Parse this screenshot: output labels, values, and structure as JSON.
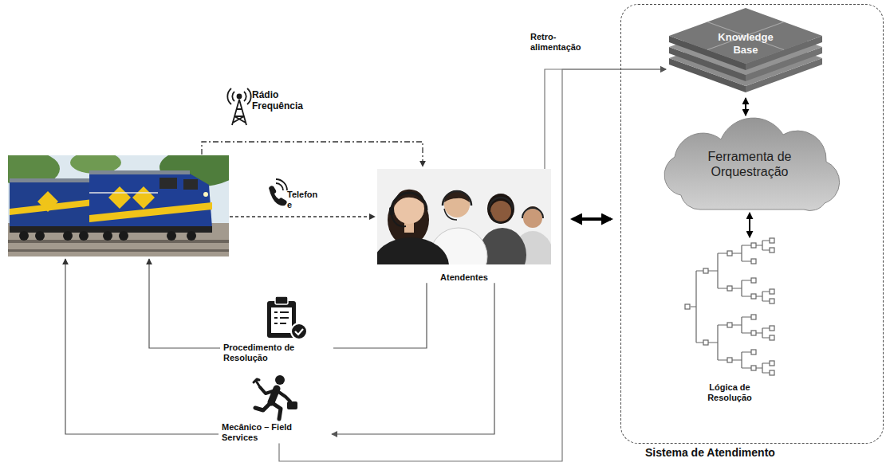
{
  "diagram": {
    "nodes": [
      {
        "text": [
          "Atendentes"
        ]
      },
      {
        "text": [
          "Procedimento de Resolução"
        ]
      },
      {
        "text": [
          "Mecânico – Field Services"
        ]
      },
      {
        "text": [
          "Sistema de Atendimento"
        ]
      },
      {
        "text": [
          "Knowledge Base"
        ],
        "in": 3
      },
      {
        "text": [
          "Ferramenta de Orquestração"
        ],
        "in": 3
      },
      {
        "text": [
          "Lógica de Resolução"
        ],
        "in": 3
      }
    ],
    "edges": [
      {
        "from": 0,
        "to": 3,
        "arrow": "both"
      },
      {
        "from": 4,
        "to": 5,
        "arrow": "both"
      },
      {
        "from": 5,
        "to": 6,
        "arrow": "both"
      },
      {
        "from": 0,
        "to": 1,
        "arrow": "none"
      },
      {
        "from": 0,
        "to": 2,
        "arrow": "to"
      },
      {
        "from": 0,
        "to": 4,
        "arrow": "to",
        "label": "Retro- alimentação"
      },
      {
        "from": 2,
        "to": 4,
        "arrow": "to"
      }
    ],
    "labels": [
      "Rádio Frequência",
      "Telefon e"
    ]
  }
}
